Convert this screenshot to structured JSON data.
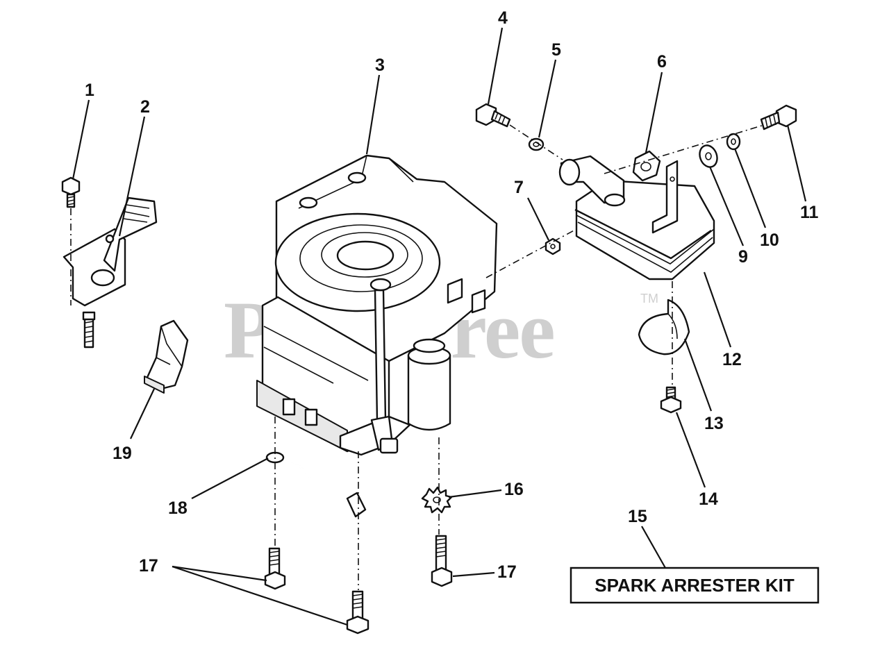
{
  "watermark": {
    "text": "PartsTree",
    "trademark": "TM"
  },
  "callouts": [
    {
      "id": "1",
      "label": "1"
    },
    {
      "id": "2",
      "label": "2"
    },
    {
      "id": "3",
      "label": "3"
    },
    {
      "id": "4",
      "label": "4"
    },
    {
      "id": "5",
      "label": "5"
    },
    {
      "id": "6",
      "label": "6"
    },
    {
      "id": "7",
      "label": "7"
    },
    {
      "id": "9",
      "label": "9"
    },
    {
      "id": "10",
      "label": "10"
    },
    {
      "id": "11",
      "label": "11"
    },
    {
      "id": "12",
      "label": "12"
    },
    {
      "id": "13",
      "label": "13"
    },
    {
      "id": "14",
      "label": "14"
    },
    {
      "id": "15",
      "label": "15"
    },
    {
      "id": "16",
      "label": "16"
    },
    {
      "id": "17a",
      "label": "17"
    },
    {
      "id": "17b",
      "label": "17"
    },
    {
      "id": "18",
      "label": "18"
    },
    {
      "id": "19",
      "label": "19"
    }
  ],
  "kit_box": {
    "label": "SPARK ARRESTER KIT"
  }
}
